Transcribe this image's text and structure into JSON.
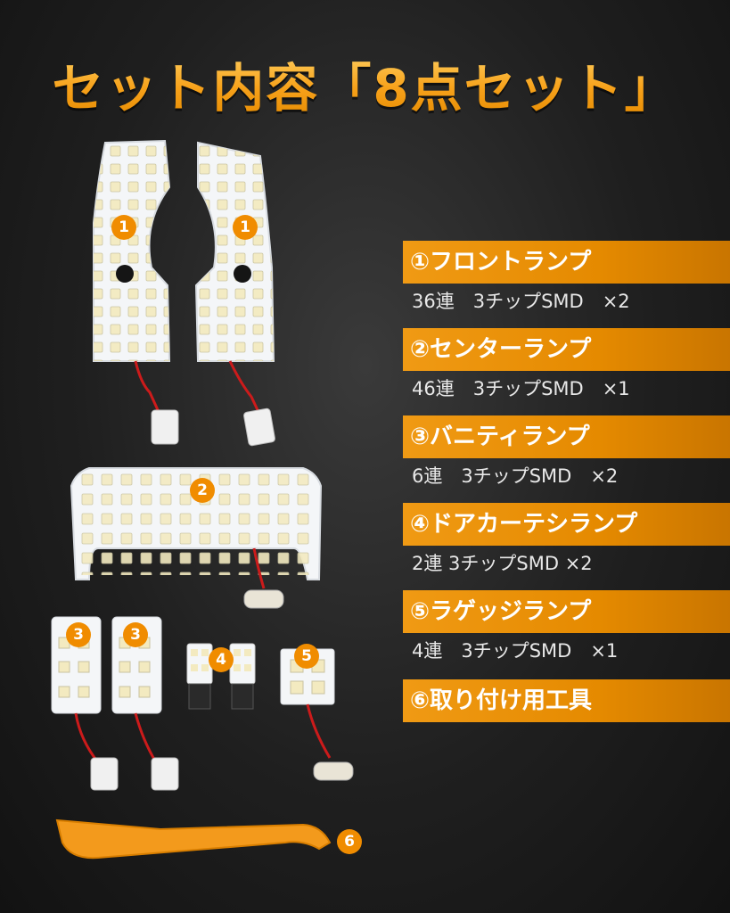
{
  "title": "セット内容「8点セット」",
  "badges": {
    "b1a": "1",
    "b1b": "1",
    "b2": "2",
    "b3a": "3",
    "b3b": "3",
    "b4": "4",
    "b5": "5",
    "b6": "6"
  },
  "specs": [
    {
      "heading": "①フロントランプ",
      "detail": "36連　3チップSMD　×2"
    },
    {
      "heading": "②センターランプ",
      "detail": "46連　3チップSMD　×1"
    },
    {
      "heading": "③バニティランプ",
      "detail": "6連　3チップSMD　×2"
    },
    {
      "heading": "④ドアカーテシランプ",
      "detail": "2連 3チップSMD ×2"
    },
    {
      "heading": "⑤ラゲッジランプ",
      "detail": "4連　3チップSMD　×1"
    },
    {
      "heading": "⑥取り付け用工具",
      "detail": ""
    }
  ],
  "colors": {
    "accent": "#f08c00",
    "board": "#f4f6f8",
    "led": "#f6f0cf",
    "background": "#1f1f1f"
  }
}
